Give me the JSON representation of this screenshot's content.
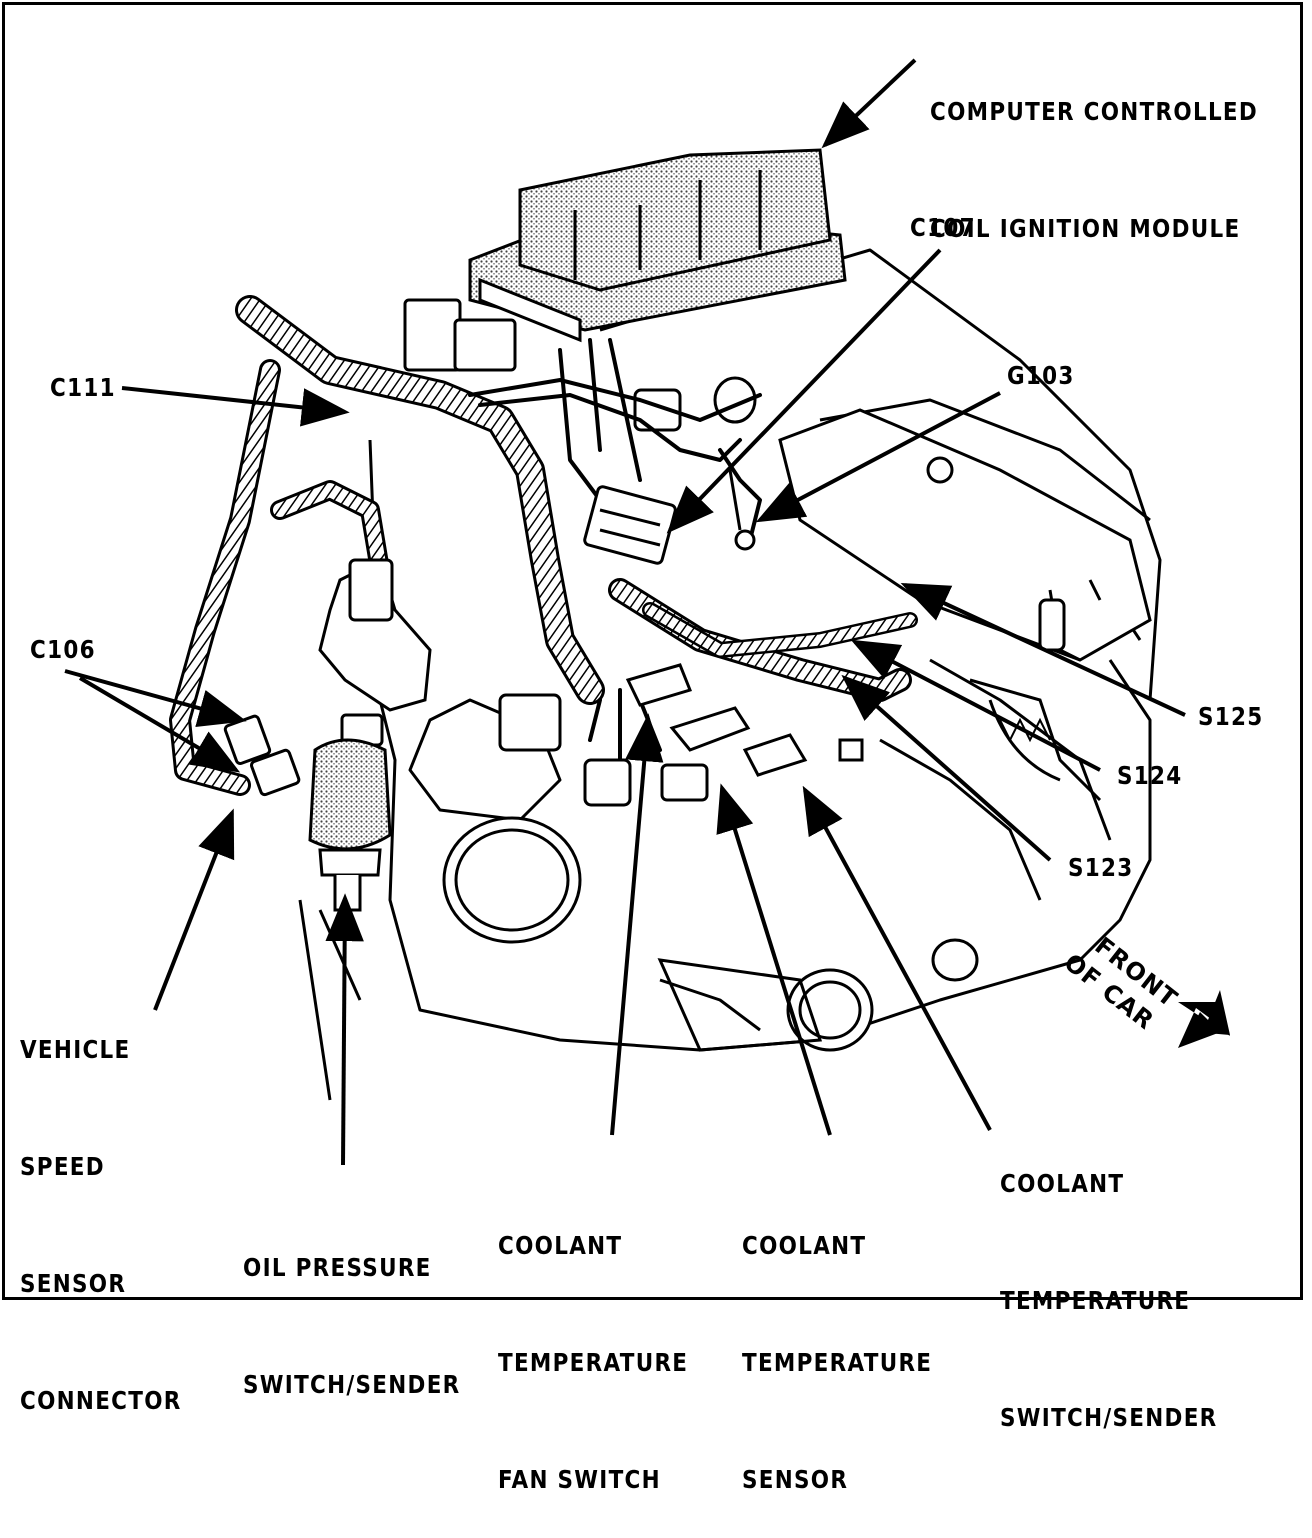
{
  "labels": {
    "ignition_module": [
      "COMPUTER CONTROLLED",
      "COIL IGNITION MODULE"
    ],
    "c107": "C107",
    "g103": "G103",
    "c111": "C111",
    "c106": "C106",
    "s125": "S125",
    "s124": "S124",
    "s123": "S123",
    "vehicle_speed_sensor_connector": [
      "VEHICLE",
      "SPEED",
      "SENSOR",
      "CONNECTOR"
    ],
    "oil_pressure_switch_sender": [
      "OIL PRESSURE",
      "SWITCH/SENDER"
    ],
    "coolant_temperature_fan_switch": [
      "COOLANT",
      "TEMPERATURE",
      "FAN SWITCH"
    ],
    "coolant_temperature_sensor": [
      "COOLANT",
      "TEMPERATURE",
      "SENSOR"
    ],
    "coolant_temperature_switch_sender": [
      "COOLANT",
      "TEMPERATURE",
      "SWITCH/SENDER"
    ],
    "front_of_car": [
      "FRONT",
      "OF CAR"
    ]
  },
  "colors": {
    "ink": "#000000",
    "paper": "#ffffff",
    "stipple": "#bdbdbd"
  }
}
